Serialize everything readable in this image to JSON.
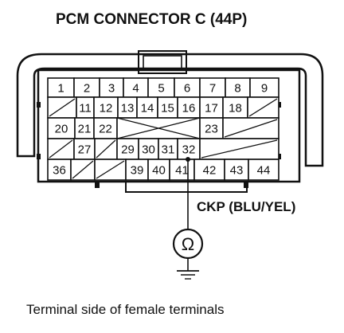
{
  "title": "PCM CONNECTOR C (44P)",
  "wire_label": "CKP (BLU/YEL)",
  "meter_symbol": "Ω",
  "caption": "Terminal side of female terminals",
  "probe_terminal": "41",
  "rows": [
    [
      {
        "label": "1"
      },
      {
        "label": "2"
      },
      {
        "label": "3"
      },
      {
        "label": "4"
      },
      {
        "label": "5"
      },
      {
        "label": "6"
      },
      {
        "label": "7"
      },
      {
        "label": "8"
      },
      {
        "label": "9"
      }
    ],
    [
      {
        "label": "",
        "empty": true
      },
      {
        "label": "11"
      },
      {
        "label": "12"
      },
      {
        "label": "13"
      },
      {
        "label": "14"
      },
      {
        "label": "15"
      },
      {
        "label": "16"
      },
      {
        "label": "17"
      },
      {
        "label": "18"
      },
      {
        "label": "",
        "empty": true
      }
    ],
    [
      {
        "label": "20"
      },
      {
        "label": "21"
      },
      {
        "label": "22"
      },
      {
        "label": "",
        "crossed": true
      },
      {
        "label": "23"
      },
      {
        "label": "",
        "empty": true
      }
    ],
    [
      {
        "label": "",
        "empty": true
      },
      {
        "label": "27"
      },
      {
        "label": "",
        "empty": true
      },
      {
        "label": "29"
      },
      {
        "label": "30"
      },
      {
        "label": "31"
      },
      {
        "label": "32"
      },
      {
        "label": "",
        "empty": true
      }
    ],
    [
      {
        "label": "36"
      },
      {
        "label": "",
        "empty": true
      },
      {
        "label": "",
        "empty": true
      },
      {
        "label": "39"
      },
      {
        "label": "40"
      },
      {
        "label": "41"
      },
      {
        "label": "42"
      },
      {
        "label": "43"
      },
      {
        "label": "44"
      }
    ]
  ]
}
